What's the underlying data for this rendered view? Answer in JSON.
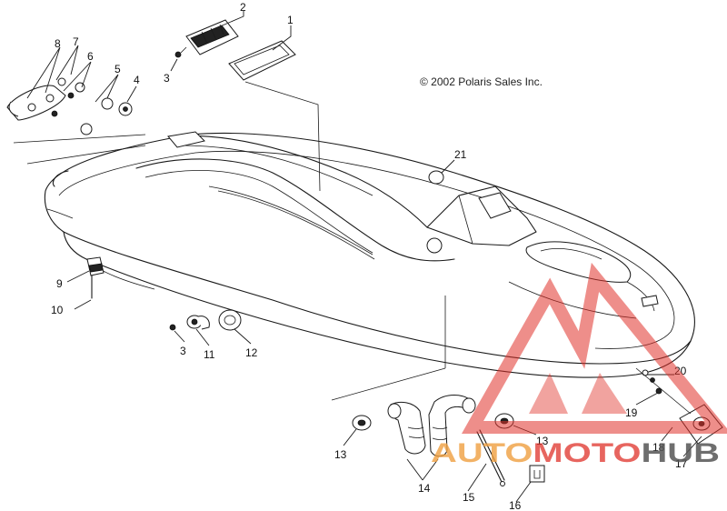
{
  "copyright": "© 2002 Polaris Sales Inc.",
  "callouts": {
    "c1": "1",
    "c2": "2",
    "c3a": "3",
    "c4": "4",
    "c5": "5",
    "c6": "6",
    "c7": "7",
    "c8": "8",
    "c9": "9",
    "c10": "10",
    "c3b": "3",
    "c11": "11",
    "c12": "12",
    "c13a": "13",
    "c13b": "13",
    "c14": "14",
    "c15": "15",
    "c16": "16",
    "c17": "17",
    "c18": "18",
    "c19": "19",
    "c20": "20",
    "c21": "21"
  },
  "watermark": {
    "part1": "AUTO",
    "part2": "MOTO",
    "part3": "HUB"
  },
  "colors": {
    "line": "#1a1a1a",
    "watermark_red": "#e0322a",
    "watermark_orange": "#f0a040",
    "watermark_gray": "#555555"
  }
}
